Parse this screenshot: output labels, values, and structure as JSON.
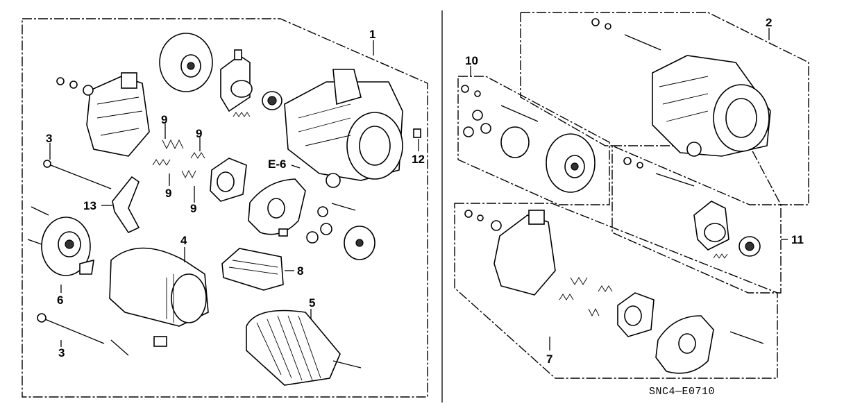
{
  "ref_code": "SNC4—E0710",
  "section_ref": "E-6",
  "callouts": {
    "c1": "1",
    "c2": "2",
    "c3a": "3",
    "c3b": "3",
    "c4": "4",
    "c5": "5",
    "c6": "6",
    "c7": "7",
    "c8": "8",
    "c9a": "9",
    "c9b": "9",
    "c9c": "9",
    "c9d": "9",
    "c10": "10",
    "c11": "11",
    "c12": "12",
    "c13": "13"
  }
}
